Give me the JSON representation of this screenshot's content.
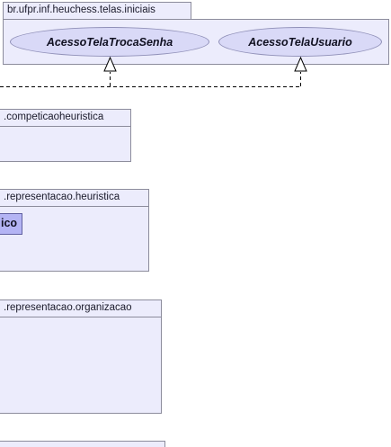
{
  "packages": {
    "telas_iniciais": {
      "name": "br.ufpr.inf.heuchess.telas.iniciais",
      "interfaces": [
        "AcessoTelaTrocaSenha",
        "AcessoTelaUsuario"
      ]
    },
    "competicao": {
      "name": ".competicaoheuristica"
    },
    "heuristica": {
      "name": ".representacao.heuristica",
      "classes": [
        "ico"
      ]
    },
    "organizacao": {
      "name": ".representacao.organizacao"
    }
  },
  "colors": {
    "package_fill": "#ececfc",
    "package_border": "#8c8c9c",
    "interface_fill": "#d9d9f7",
    "class_fill": "#b4b4f4",
    "connector": "#000000"
  }
}
